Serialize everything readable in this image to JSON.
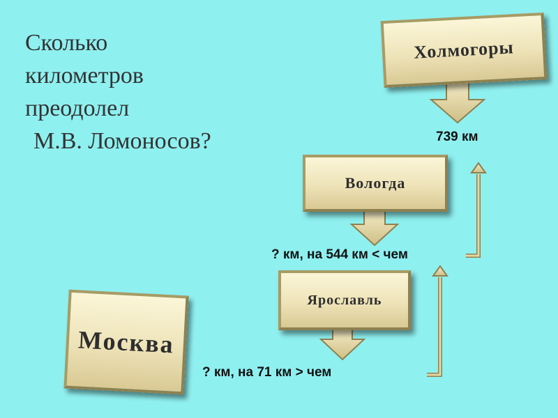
{
  "question": {
    "lines": [
      "Сколько",
      "километров",
      "преодолел",
      "М.В. Ломоносов?"
    ]
  },
  "cities": {
    "kholmogory": "Холмогоры",
    "vologda": "Вологда",
    "yaroslavl": "Ярославль",
    "moskva": "Москва"
  },
  "distances": {
    "vologda_kholmogory": "739 км",
    "yaroslavl_vologda": "? км, на 544 км < чем",
    "moskva_yaroslavl": "? км, на 71 км > чем"
  },
  "colors": {
    "background": "#8ff0f0",
    "plate": "#eee3b8",
    "plate_border": "#a89b63",
    "arrow_fill": "#e3d7a3",
    "arrow_stroke": "#8e8150"
  }
}
